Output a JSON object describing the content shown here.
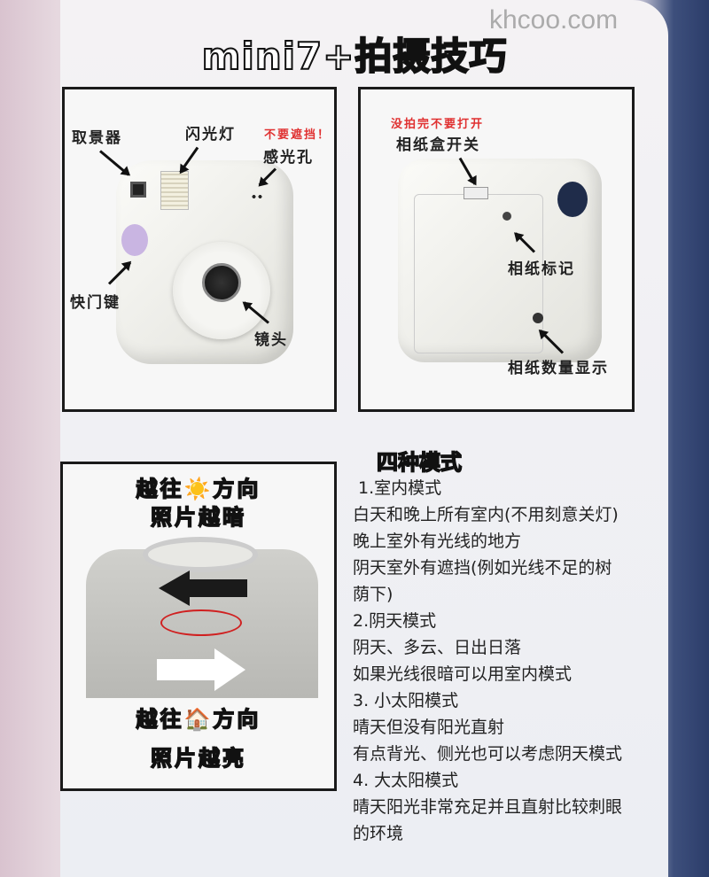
{
  "watermark": "khcoo.com",
  "title": "mini7+拍摄技巧",
  "panel_front": {
    "viewfinder": "取景器",
    "flash": "闪光灯",
    "warning": "不要遮挡！",
    "light_sensor": "感光孔",
    "shutter": "快门键",
    "lens": "镜头"
  },
  "panel_back": {
    "warning": "没拍完不要打开",
    "door_switch": "相纸盒开关",
    "film_mark": "相纸标记",
    "film_counter": "相纸数量显示"
  },
  "panel_dial": {
    "sun_line1": "越往☀️方向",
    "sun_line2": "照片越暗",
    "home_line1": "越往🏠方向",
    "home_line2": "照片越亮"
  },
  "modes": {
    "heading": "四种模式",
    "lines": [
      " 1.室内模式",
      "白天和晚上所有室内(不用刻意关灯)",
      "晚上室外有光线的地方",
      "阴天室外有遮挡(例如光线不足的树",
      "荫下)",
      "2.阴天模式",
      "阴天、多云、日出日落",
      "如果光线很暗可以用室内模式",
      "3. 小太阳模式",
      "晴天但没有阳光直射",
      "有点背光、侧光也可以考虑阴天模式",
      "4. 大太阳模式",
      "晴天阳光非常充足并且直射比较刺眼",
      "的环境"
    ]
  }
}
